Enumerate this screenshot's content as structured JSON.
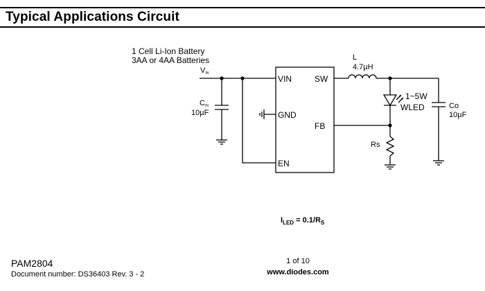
{
  "section": {
    "title": "Typical Applications Circuit"
  },
  "schematic": {
    "battery_line1": "1 Cell Li-Ion Battery",
    "battery_line2": "3AA or 4AA Batteries",
    "vin_label": "V",
    "vin_sub": "IN",
    "cin_label": "C",
    "cin_sub": "IN",
    "cin_value": "10µF",
    "ic_pins": {
      "vin": "VIN",
      "sw": "SW",
      "gnd": "GND",
      "fb": "FB",
      "en": "EN"
    },
    "inductor_label": "L",
    "inductor_value": "4.7µH",
    "led_power": "1~5W",
    "led_name": "WLED",
    "co_label": "Co",
    "co_value": "10µF",
    "rs_label": "Rs"
  },
  "formula": {
    "i": "I",
    "i_sub": "LED",
    "mid": " = 0.1/R",
    "r_sub": "S"
  },
  "footer": {
    "part": "PAM2804",
    "doc": "Document number: DS36403 Rev. 3 - 2",
    "page": "1 of 10",
    "url": "www.diodes.com"
  }
}
